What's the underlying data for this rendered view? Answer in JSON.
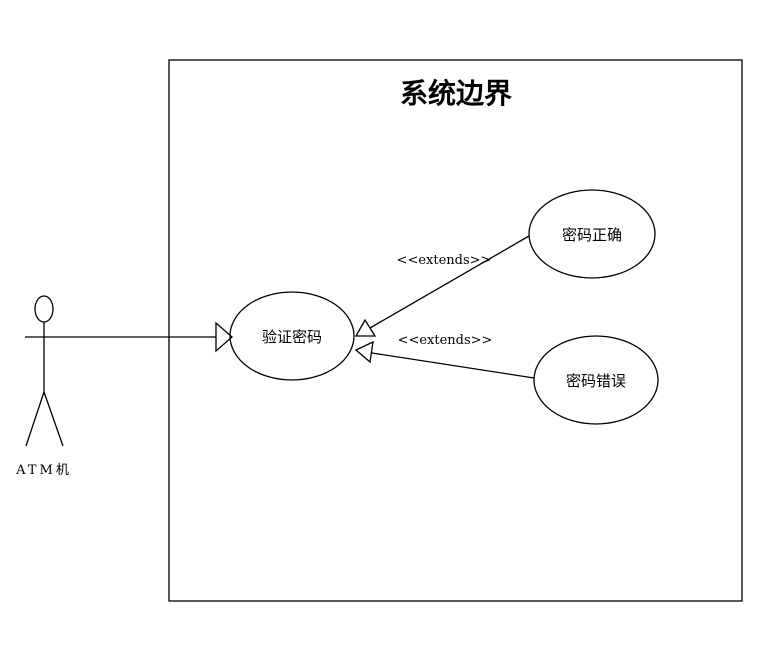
{
  "diagram": {
    "type": "uml-use-case",
    "system_boundary": {
      "title": "系统边界"
    },
    "actor": {
      "label": "ATM机"
    },
    "use_cases": {
      "verify": {
        "label": "验证密码"
      },
      "correct": {
        "label": "密码正确"
      },
      "wrong": {
        "label": "密码错误"
      }
    },
    "relations": [
      {
        "from": "actor",
        "to": "verify",
        "kind": "association"
      },
      {
        "from": "correct",
        "to": "verify",
        "kind": "extend",
        "label": "<<extends>>"
      },
      {
        "from": "wrong",
        "to": "verify",
        "kind": "extend",
        "label": "<<extends>>"
      }
    ],
    "colors": {
      "stroke": "#000000",
      "background": "#ffffff"
    }
  }
}
